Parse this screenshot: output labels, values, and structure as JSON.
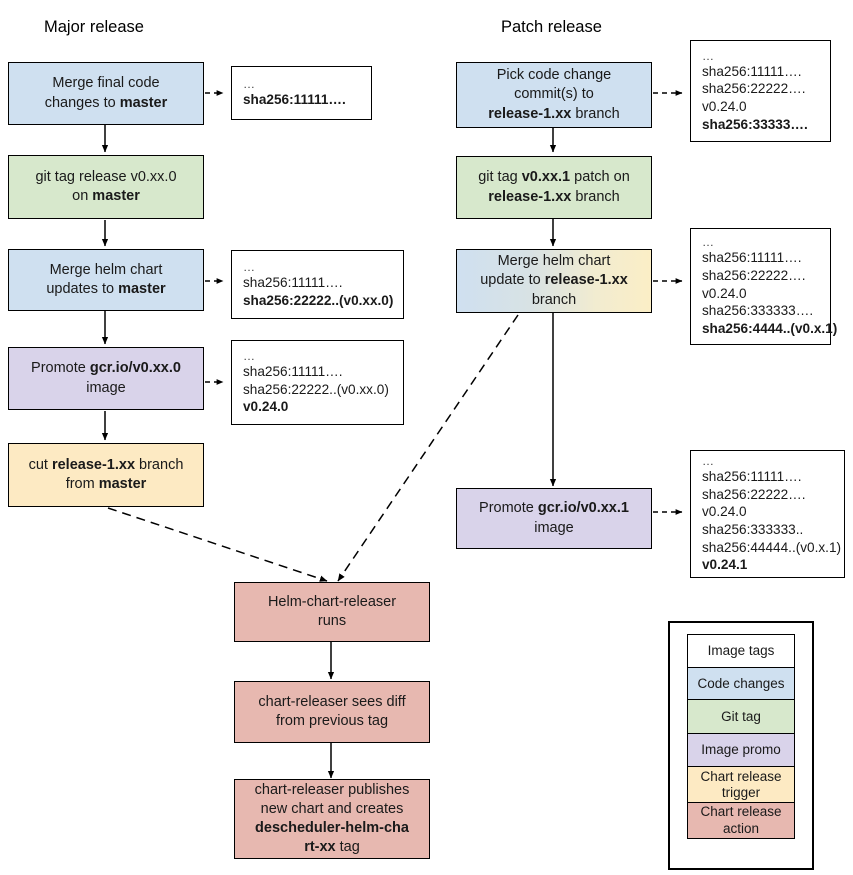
{
  "columns": {
    "major_title": "Major release",
    "patch_title": "Patch release"
  },
  "major_flow": [
    {
      "id": "merge-final-code",
      "type": "code-changes",
      "lines": [
        "Merge final code",
        "changes to <b>master</b>"
      ]
    },
    {
      "id": "git-tag-release",
      "type": "git-tag",
      "lines": [
        "git tag release v0.xx.0",
        "on <b>master</b>"
      ]
    },
    {
      "id": "merge-helm-chart-master",
      "type": "code-changes",
      "lines": [
        "Merge helm chart",
        "updates to <b>master</b>"
      ]
    },
    {
      "id": "promote-image-major",
      "type": "image-promo",
      "lines": [
        "Promote <b>gcr.io/v0.xx.0</b>",
        "image"
      ]
    },
    {
      "id": "cut-release-branch",
      "type": "chart-release-trigger",
      "lines": [
        "cut <b>release-1.xx</b> branch",
        "from <b>master</b>"
      ]
    }
  ],
  "patch_flow": [
    {
      "id": "pick-code-change-commits",
      "type": "code-changes",
      "lines": [
        "Pick code change",
        "commit(s) to",
        "<b>release-1.xx</b> branch"
      ]
    },
    {
      "id": "git-tag-patch",
      "type": "git-tag",
      "lines": [
        "git tag <b>v0.xx.1</b> patch on",
        "<b>release-1.xx</b> branch"
      ]
    },
    {
      "id": "merge-helm-chart-release-branch",
      "type": "code-changes-trigger-gradient",
      "lines": [
        "Merge helm chart",
        "update to <b>release-1.xx</b>",
        "branch"
      ]
    },
    {
      "id": "promote-image-patch",
      "type": "image-promo",
      "lines": [
        "Promote <b>gcr.io/v0.xx.1</b>",
        "image"
      ]
    }
  ],
  "chart_release_flow": [
    {
      "id": "helm-chart-releaser-runs",
      "type": "chart-release-action",
      "lines": [
        "Helm-chart-releaser",
        "runs"
      ]
    },
    {
      "id": "chart-releaser-sees-diff",
      "type": "chart-release-action",
      "lines": [
        "chart-releaser sees diff",
        "from previous tag"
      ]
    },
    {
      "id": "chart-releaser-publishes",
      "type": "chart-release-action",
      "lines": [
        "chart-releaser publishes",
        "new chart and creates",
        "<b>descheduler-helm-cha</b>",
        "<b>rt-xx</b> tag"
      ]
    }
  ],
  "image_tag_boxes": {
    "major_1": {
      "ellipsis": "…",
      "lines": [
        {
          "t": "sha256:11111….",
          "bold": true
        }
      ]
    },
    "major_2": {
      "ellipsis": "…",
      "lines": [
        {
          "t": "sha256:11111….",
          "bold": false
        },
        {
          "t": "sha256:22222..(v0.xx.0)",
          "bold": true
        }
      ]
    },
    "major_3": {
      "ellipsis": "…",
      "lines": [
        {
          "t": "sha256:11111….",
          "bold": false
        },
        {
          "t": "sha256:22222..(v0.xx.0)",
          "bold": false
        },
        {
          "t": "v0.24.0",
          "bold": true
        }
      ]
    },
    "patch_1": {
      "ellipsis": "…",
      "lines": [
        {
          "t": "sha256:11111….",
          "bold": false
        },
        {
          "t": "sha256:22222….",
          "bold": false
        },
        {
          "t": "v0.24.0",
          "bold": false
        },
        {
          "t": "sha256:33333….",
          "bold": true
        }
      ]
    },
    "patch_2": {
      "ellipsis": "…",
      "lines": [
        {
          "t": "sha256:11111….",
          "bold": false
        },
        {
          "t": "sha256:22222….",
          "bold": false
        },
        {
          "t": "v0.24.0",
          "bold": false
        },
        {
          "t": "sha256:333333….",
          "bold": false
        },
        {
          "t": "sha256:4444..(v0.x.1)",
          "bold": true
        }
      ]
    },
    "patch_3": {
      "ellipsis": "…",
      "lines": [
        {
          "t": "sha256:11111….",
          "bold": false
        },
        {
          "t": "sha256:22222….",
          "bold": false
        },
        {
          "t": "v0.24.0",
          "bold": false
        },
        {
          "t": "sha256:333333..",
          "bold": false
        },
        {
          "t": "sha256:44444..(v0.x.1)",
          "bold": false
        },
        {
          "t": "v0.24.1",
          "bold": true
        }
      ]
    }
  },
  "legend": {
    "items": [
      {
        "label": "Image tags",
        "color": "#ffffff"
      },
      {
        "label": "Code changes",
        "color": "#cfe0f0"
      },
      {
        "label": "Git tag",
        "color": "#d7e8cc"
      },
      {
        "label": "Image promo",
        "color": "#d9d3ea"
      },
      {
        "label": "Chart release\ntrigger",
        "color": "#fdeac3"
      },
      {
        "label": "Chart release\naction",
        "color": "#e7b8b0"
      }
    ]
  },
  "colors": {
    "code_changes": "#cfe0f0",
    "git_tag": "#d7e8cc",
    "image_promo": "#d9d3ea",
    "chart_release_trigger": "#fdeac3",
    "chart_release_action": "#e7b8b0",
    "image_tags": "#ffffff",
    "stroke": "#000000"
  }
}
